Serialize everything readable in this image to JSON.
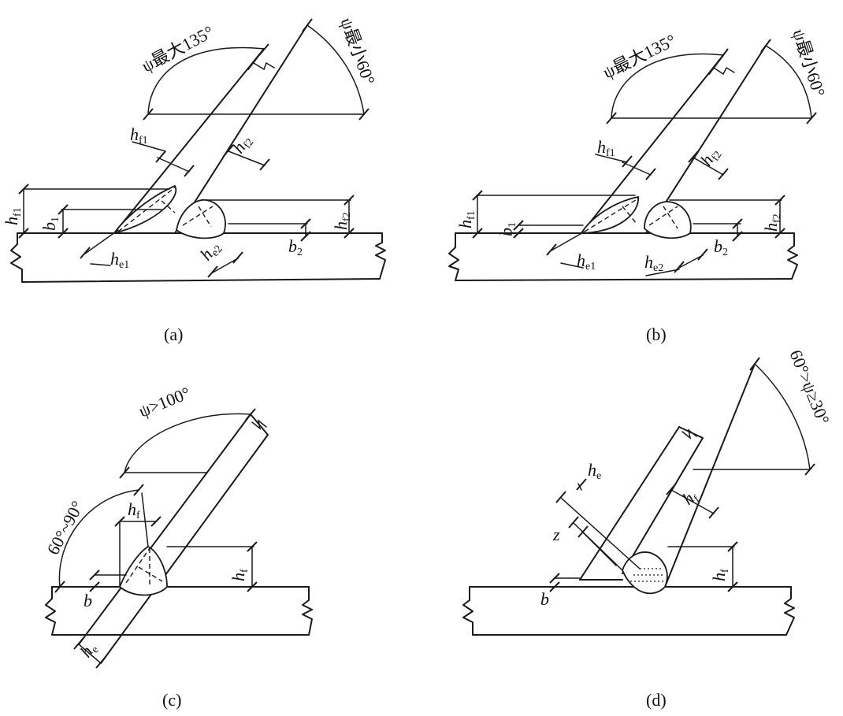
{
  "panels": [
    {
      "caption": "(a)",
      "angle_max": "ψ最大135°",
      "angle_min": "ψ最小60°",
      "labels": {
        "hf1": "f1",
        "hf2": "f2",
        "b1": "1",
        "b2": "2",
        "he1": "e1",
        "he2": "e2",
        "h": "h",
        "b": "b"
      }
    },
    {
      "caption": "(b)",
      "angle_max": "ψ最大135°",
      "angle_min": "ψ最小60°",
      "labels": {
        "hf1": "f1",
        "hf2": "f2",
        "b1": "1",
        "b2": "2",
        "he1": "e1",
        "he2": "e2",
        "h": "h",
        "b": "b"
      }
    },
    {
      "caption": "(c)",
      "angle_main": "ψ>100°",
      "angle_range": "60°~90°",
      "labels": {
        "hf": "f",
        "he": "e",
        "h": "h",
        "b": "b"
      }
    },
    {
      "caption": "(d)",
      "angle_main": "60°>ψ≥30°",
      "labels": {
        "hf": "f",
        "he": "e",
        "h": "h",
        "b": "b",
        "z": "z"
      }
    }
  ]
}
